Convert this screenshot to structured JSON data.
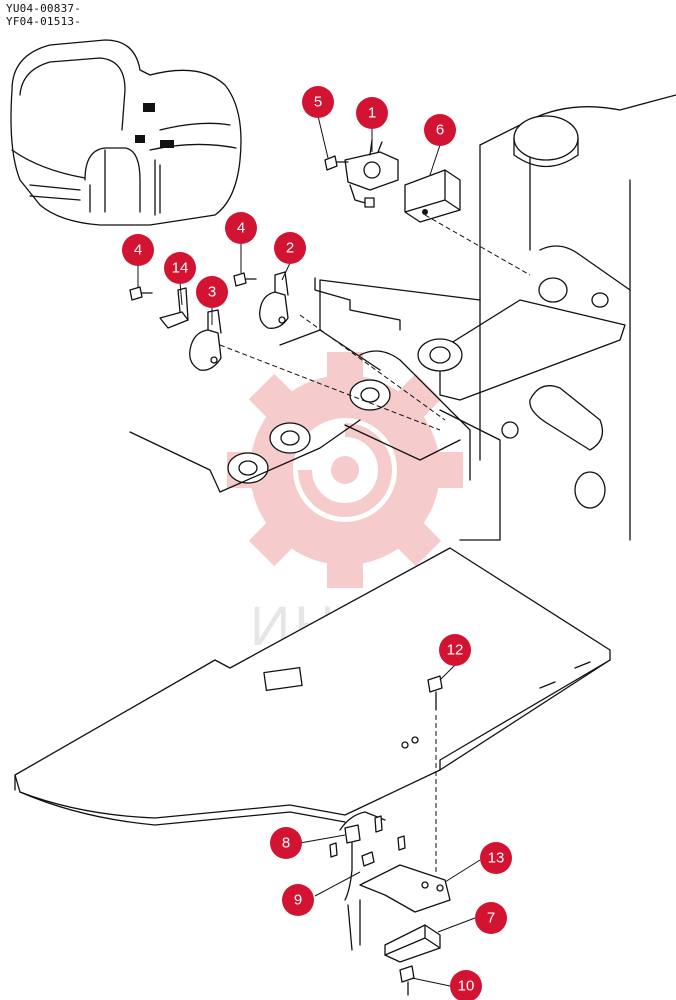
{
  "header": {
    "serial_lines": [
      "YU04-00837-",
      "YF04-01513-"
    ]
  },
  "watermark": {
    "text": "ИНТЕХ",
    "color": "#f6c9c9"
  },
  "callout_color": "#d21432",
  "callouts": [
    {
      "id": "callout-1",
      "number": "1"
    },
    {
      "id": "callout-2",
      "number": "2"
    },
    {
      "id": "callout-3",
      "number": "3"
    },
    {
      "id": "callout-4a",
      "number": "4"
    },
    {
      "id": "callout-4b",
      "number": "4"
    },
    {
      "id": "callout-5",
      "number": "5"
    },
    {
      "id": "callout-6",
      "number": "6"
    },
    {
      "id": "callout-7",
      "number": "7"
    },
    {
      "id": "callout-8",
      "number": "8"
    },
    {
      "id": "callout-9",
      "number": "9"
    },
    {
      "id": "callout-10",
      "number": "10"
    },
    {
      "id": "callout-12",
      "number": "12"
    },
    {
      "id": "callout-13",
      "number": "13"
    },
    {
      "id": "callout-14",
      "number": "14"
    }
  ]
}
